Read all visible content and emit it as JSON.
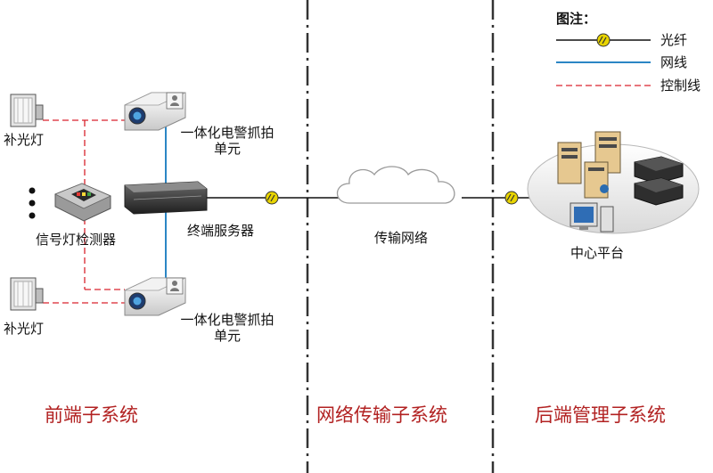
{
  "legend": {
    "title": "图注：",
    "items": [
      {
        "key": "fiber",
        "label": "光纤"
      },
      {
        "key": "network",
        "label": "网线"
      },
      {
        "key": "control",
        "label": "控制线"
      }
    ]
  },
  "nodes": {
    "fill_light": "补光灯",
    "camera_line1": "一体化电警抓拍",
    "camera_line2": "单元",
    "signal_detector": "信号灯检测器",
    "terminal_server": "终端服务器",
    "transport_network": "传输网络",
    "center_platform": "中心平台"
  },
  "subsystems": {
    "front": "前端子系统",
    "transport": "网络传输子系统",
    "back": "后端管理子系统"
  },
  "colors": {
    "network_line": "#2b86c5",
    "control_line": "#d9232d",
    "fiber_marker": "#e8d400",
    "subsystem_text": "#b22222",
    "divider": "#333333"
  }
}
